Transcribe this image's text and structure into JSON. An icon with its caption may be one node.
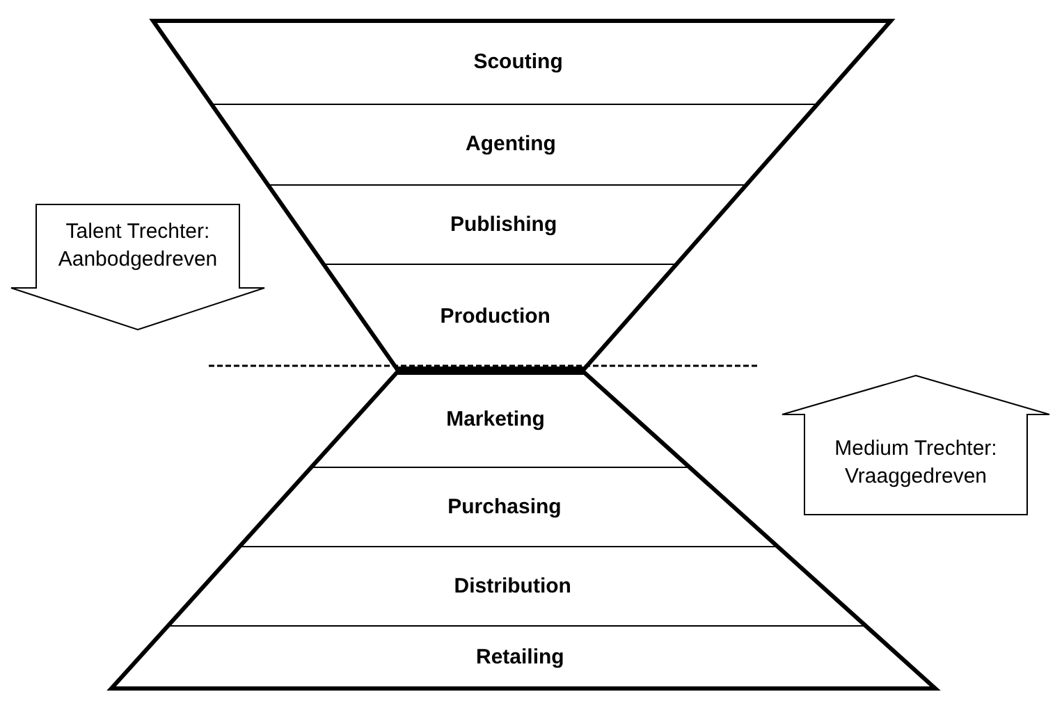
{
  "diagram": {
    "nodes": [
      {
        "text": [
          "Scouting"
        ]
      },
      {
        "text": [
          "Agenting"
        ]
      },
      {
        "text": [
          "Publishing"
        ]
      },
      {
        "text": [
          "Production"
        ]
      },
      {
        "text": [
          "Marketing"
        ]
      },
      {
        "text": [
          "Purchasing"
        ]
      },
      {
        "text": [
          "Distribution"
        ]
      },
      {
        "text": [
          "Retailing"
        ]
      },
      {
        "text": [
          "Talent Trechter: Aanbodgedreven"
        ]
      },
      {
        "text": [
          "Medium Trechter: Vraaggedreven"
        ]
      }
    ]
  }
}
